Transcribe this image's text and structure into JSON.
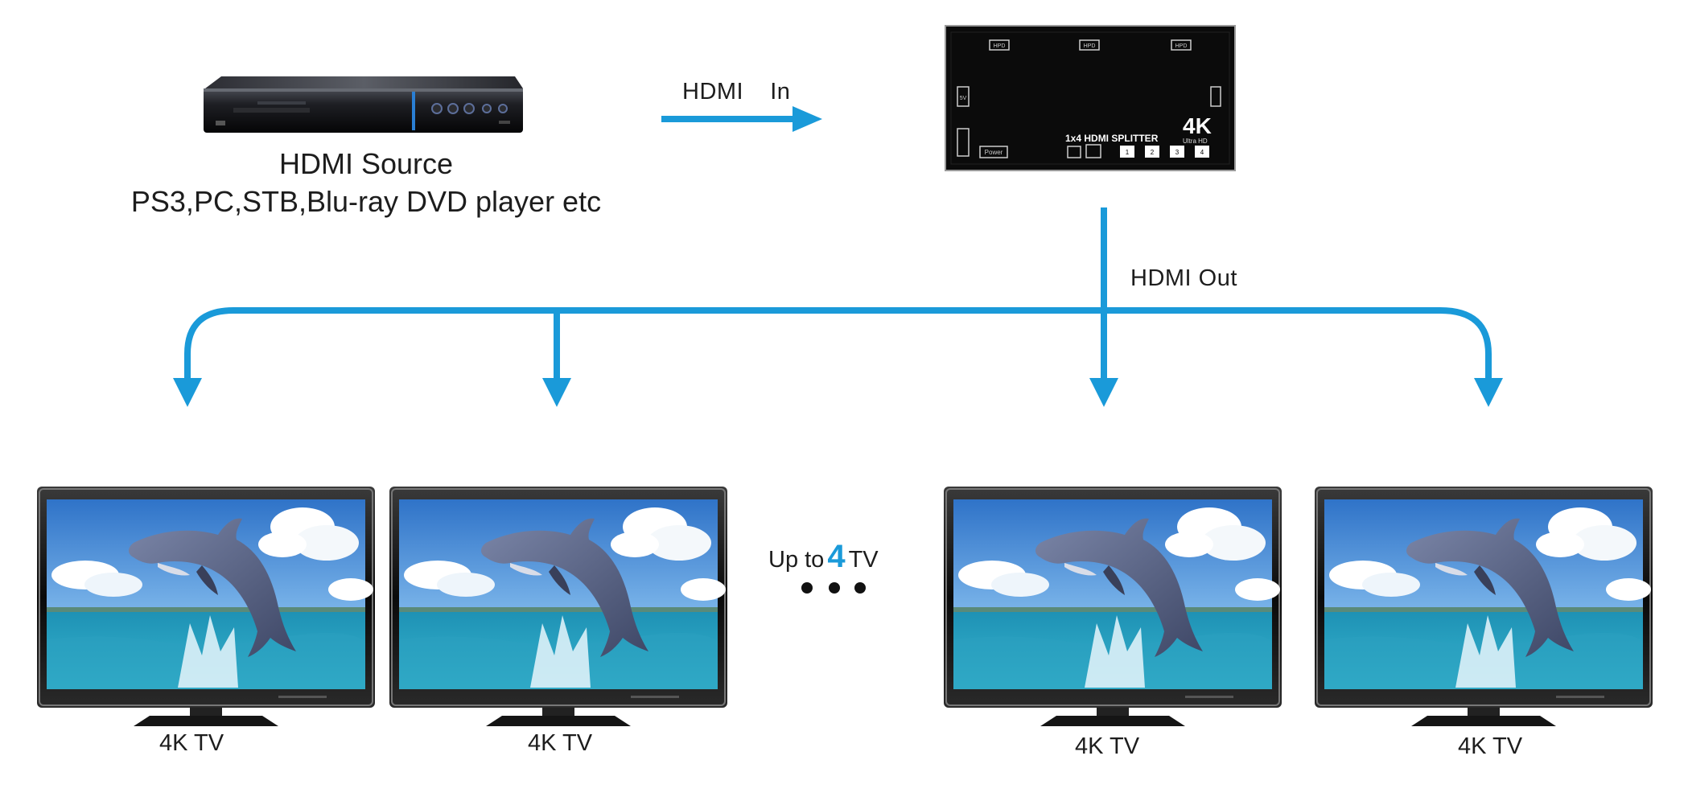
{
  "source": {
    "title": "HDMI Source",
    "subtitle": "PS3,PC,STB,Blu-ray DVD player etc"
  },
  "connections": {
    "in_label": "HDMI  In",
    "out_label": "HDMI Out"
  },
  "splitter": {
    "model_text": "1x4 HDMI SPLITTER",
    "badge_main": "4K",
    "badge_sub": "Ultra HD",
    "port_labels": [
      "HPD",
      "HPD",
      "HPD"
    ],
    "side_label": "5V",
    "power_label": "Power",
    "button_labels": [
      "1",
      "2",
      "3",
      "4"
    ]
  },
  "tvs": [
    {
      "label": "4K TV"
    },
    {
      "label": "4K TV"
    },
    {
      "label": "4K TV"
    },
    {
      "label": "4K TV"
    }
  ],
  "capacity": {
    "prefix": "Up to",
    "number": "4",
    "suffix": "TV"
  },
  "colors": {
    "accent": "#1a9ad9",
    "device": "#0b0b0b",
    "text": "#1d1d1d"
  }
}
